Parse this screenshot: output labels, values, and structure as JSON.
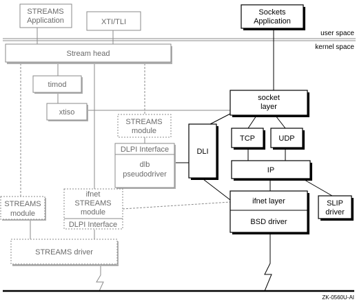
{
  "space_labels": {
    "user": "user space",
    "kernel": "kernel space"
  },
  "boxes": {
    "streams_app": [
      "STREAMS",
      "Application"
    ],
    "xti_tli": [
      "XTI/TLI"
    ],
    "sockets_app": [
      "Sockets",
      "Application"
    ],
    "stream_head": [
      "Stream head"
    ],
    "timod": [
      "timod"
    ],
    "xtiso": [
      "xtiso"
    ],
    "streams_module_mid": [
      "STREAMS",
      "module"
    ],
    "dlpi_interface_mid": [
      "DLPI Interface"
    ],
    "dlb": [
      "dlb",
      "pseudodriver"
    ],
    "dli": [
      "DLI"
    ],
    "socket_layer": [
      "socket",
      "layer"
    ],
    "tcp": [
      "TCP"
    ],
    "udp": [
      "UDP"
    ],
    "ip": [
      "IP"
    ],
    "ifnet_layer": [
      "ifnet layer"
    ],
    "bsd_driver": [
      "BSD driver"
    ],
    "slip_driver": [
      "SLIP",
      "driver"
    ],
    "streams_module_left": [
      "STREAMS",
      "module"
    ],
    "ifnet_streams_module": [
      "ifnet",
      "STREAMS",
      "module"
    ],
    "dlpi_interface_lower": [
      "DLPI Interface"
    ],
    "streams_driver": [
      "STREAMS driver"
    ]
  },
  "figure_id": "ZK-0560U-AI"
}
